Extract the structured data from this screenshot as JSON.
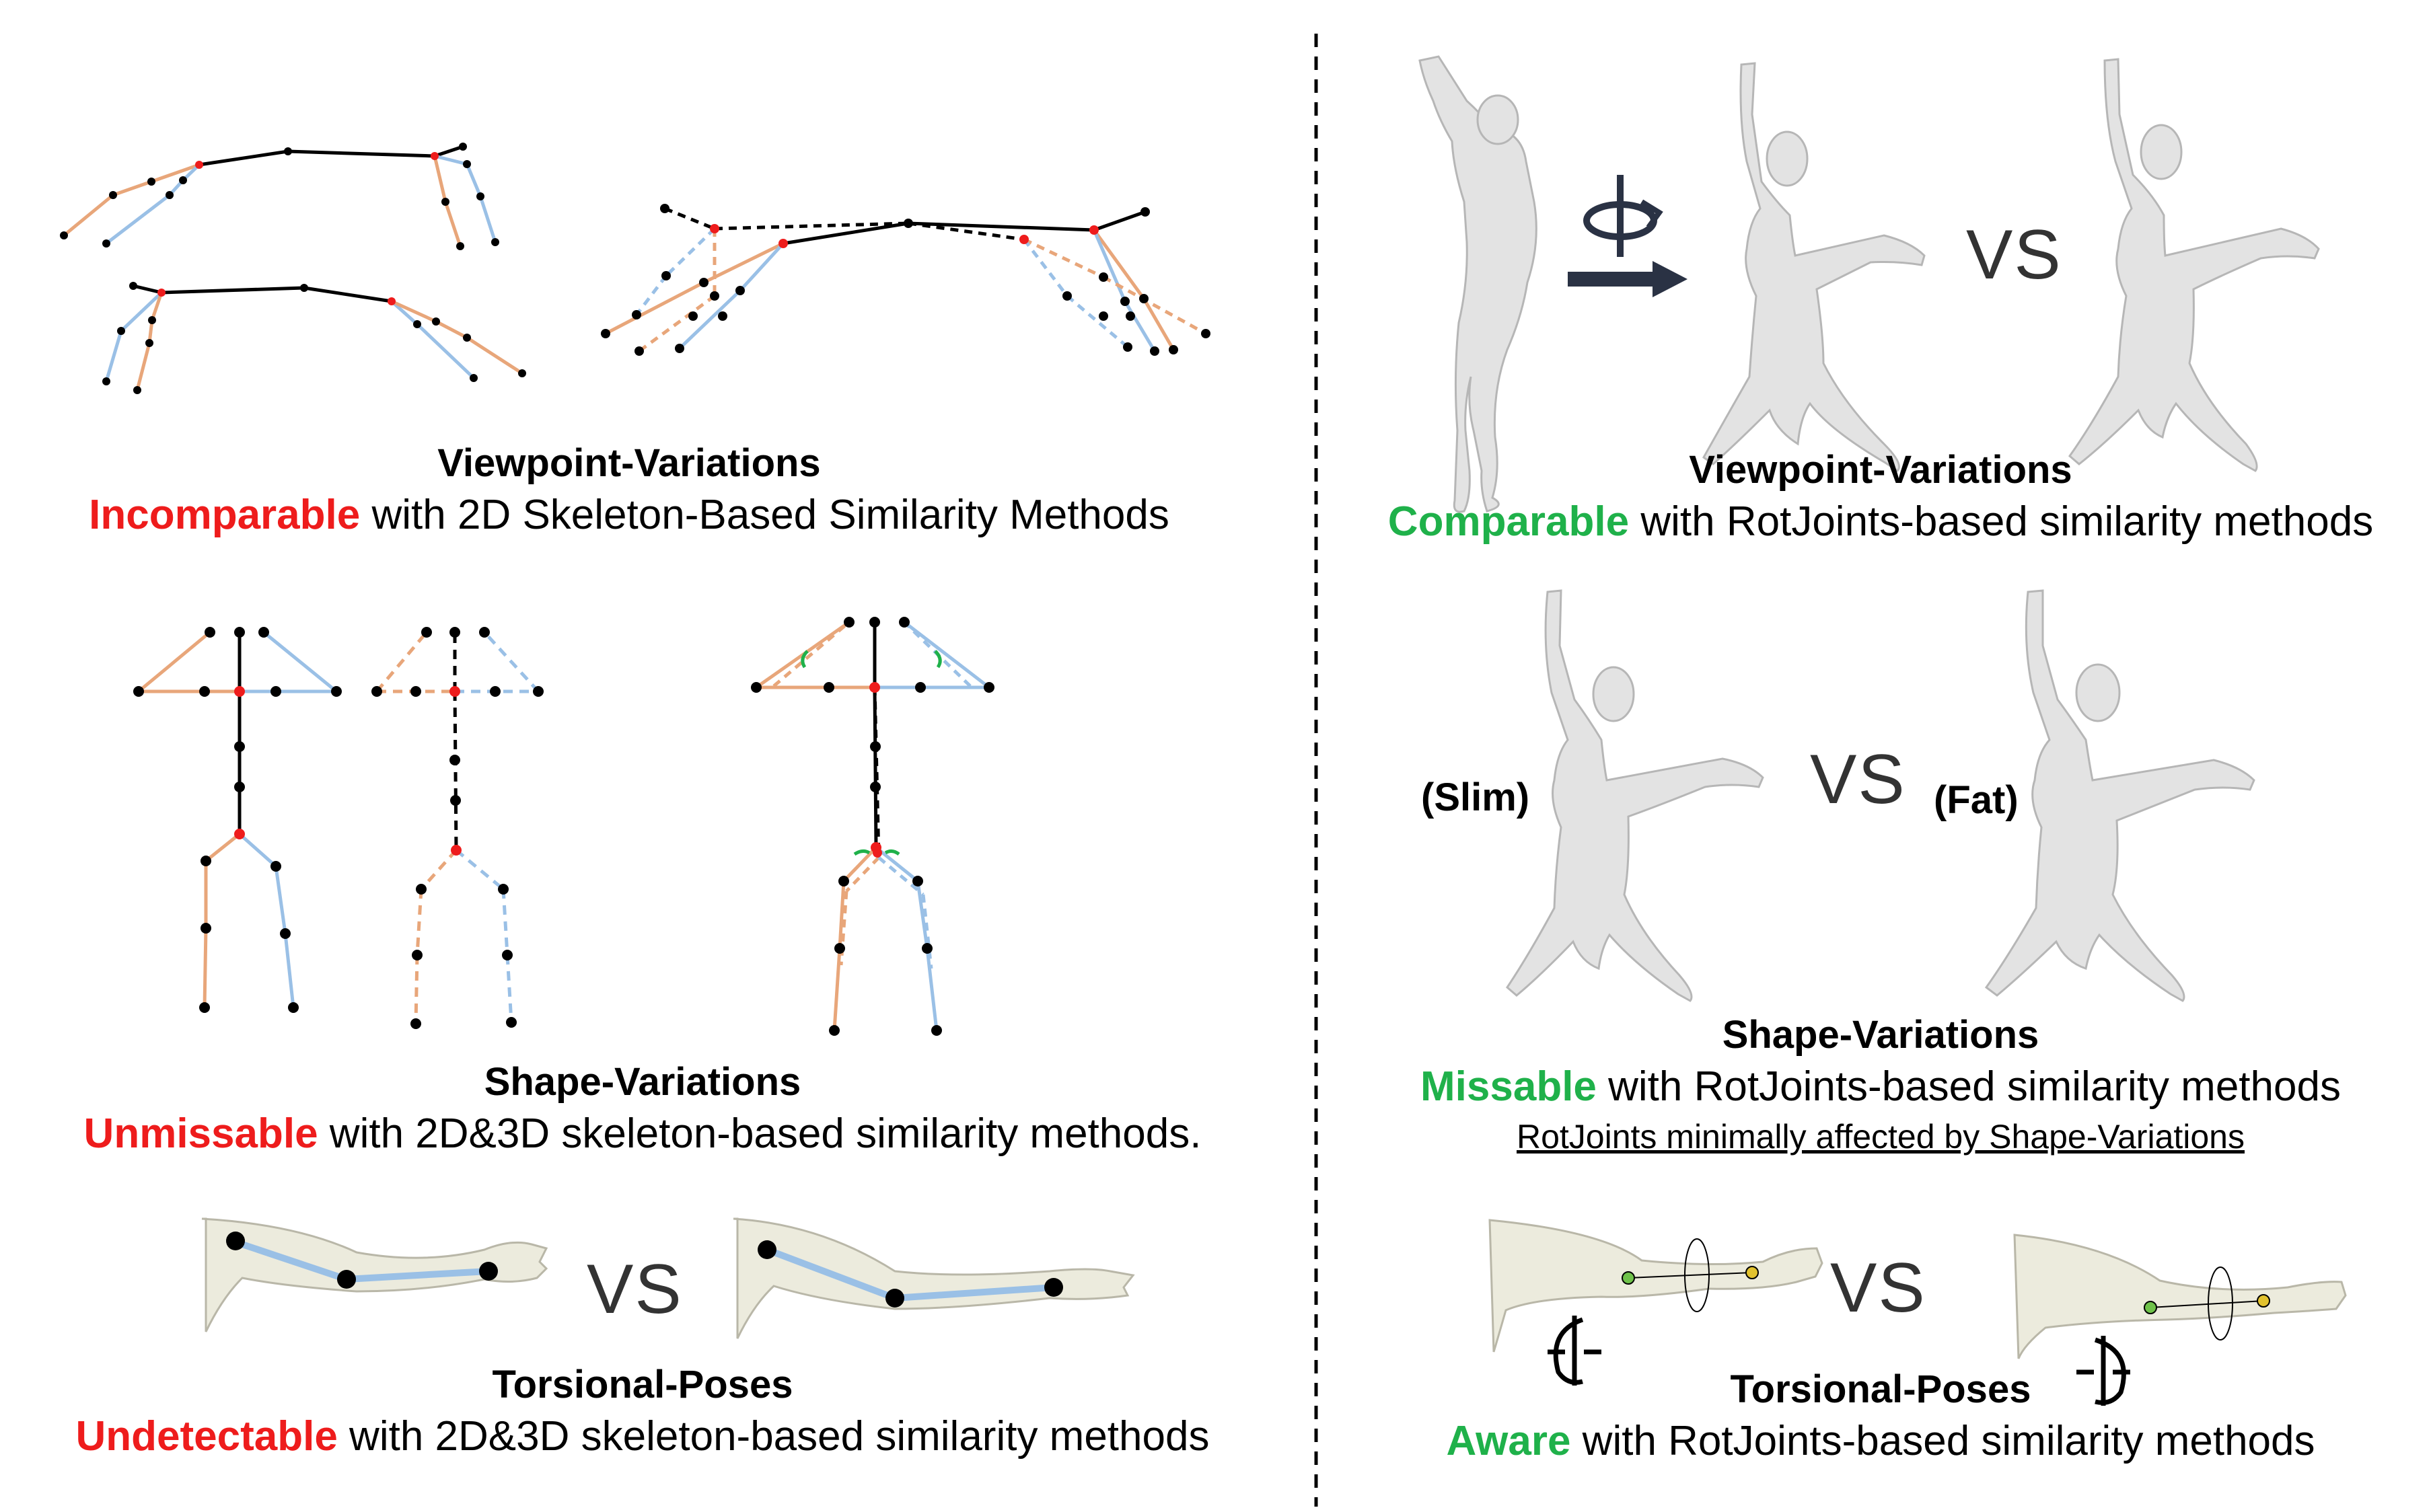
{
  "left": {
    "viewpoint": {
      "heading": "Viewpoint-Variations",
      "keyword": "Incomparable",
      "rest": " with 2D Skeleton-Based Similarity Methods"
    },
    "shape": {
      "heading": "Shape-Variations",
      "keyword": "Unmissable",
      "rest": " with 2D&3D skeleton-based similarity methods."
    },
    "torsion": {
      "heading": "Torsional-Poses",
      "keyword": "Undetectable",
      "rest": " with 2D&3D skeleton-based similarity methods",
      "vs": "VS"
    }
  },
  "right": {
    "viewpoint": {
      "heading": "Viewpoint-Variations",
      "keyword": "Comparable",
      "rest": " with RotJoints-based similarity methods",
      "vs": "VS"
    },
    "shape": {
      "heading": "Shape-Variations",
      "keyword": "Missable",
      "rest": " with RotJoints-based similarity methods",
      "note": "RotJoints minimally affected by Shape-Variations",
      "vs": "VS",
      "label_slim": "(Slim)",
      "label_fat": "(Fat)"
    },
    "torsion": {
      "heading": "Torsional-Poses",
      "keyword": "Aware",
      "rest": " with RotJoints-based similarity methods",
      "vs": "VS"
    }
  },
  "colors": {
    "negative": "#ee1c1c",
    "positive": "#1fb14a",
    "left_limb": "#e8a67a",
    "right_limb": "#9ac0e6",
    "joint": "#000000",
    "key_joint": "#ee1c1c",
    "divider": "#000000"
  },
  "icons": [
    "rotation-axis-icon",
    "right-arrow-icon",
    "twist-rotation-icon"
  ]
}
